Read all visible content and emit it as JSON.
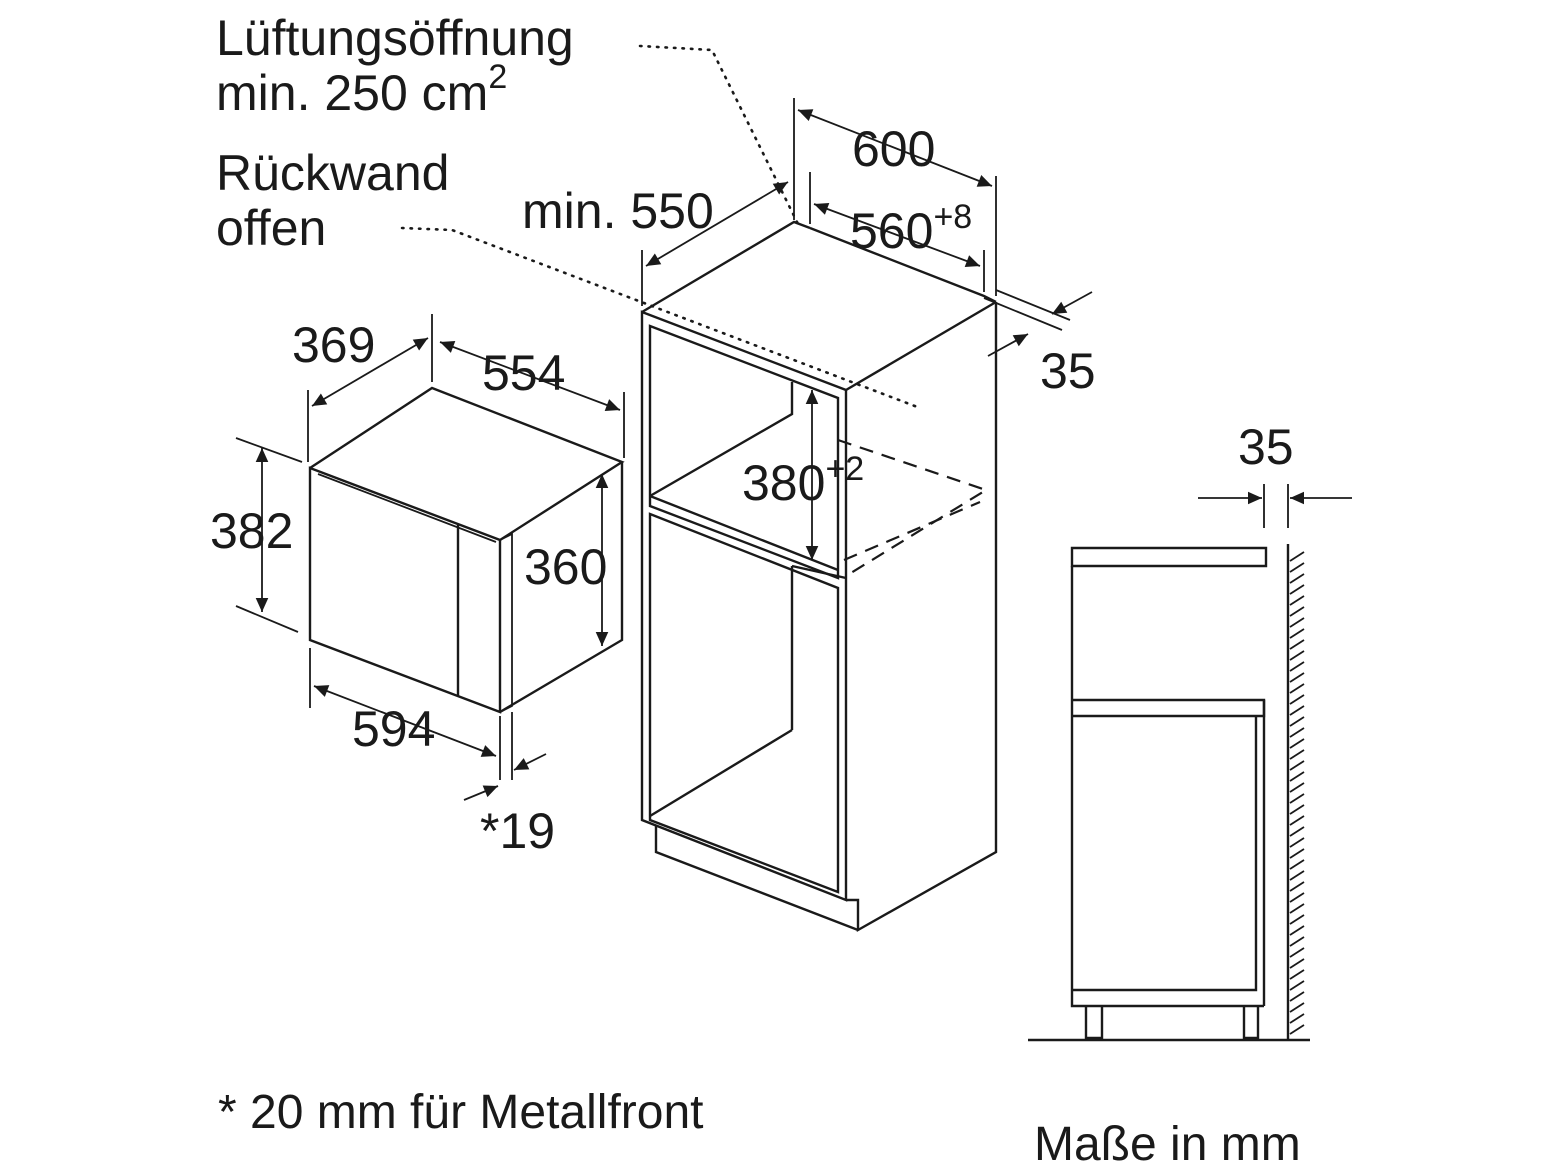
{
  "labels": {
    "ventilation_line1": "Lüftungsöffnung",
    "ventilation_line2": "min. 250 cm",
    "ventilation_sup": "2",
    "backwall_line1": "Rückwand",
    "backwall_line2": "offen",
    "footnote": "* 20 mm für Metallfront",
    "units": "Maße in mm"
  },
  "dimensions": {
    "cabinet_width": "600",
    "cabinet_min_depth": "min. 550",
    "niche_width": "560",
    "niche_width_tol": "+8",
    "back_gap": "35",
    "niche_height": "380",
    "niche_height_tol": "+2",
    "appliance_depth": "369",
    "appliance_inner_width": "554",
    "appliance_height": "382",
    "appliance_body_height": "360",
    "appliance_width": "594",
    "front_thickness": "*19",
    "side_gap": "35"
  }
}
